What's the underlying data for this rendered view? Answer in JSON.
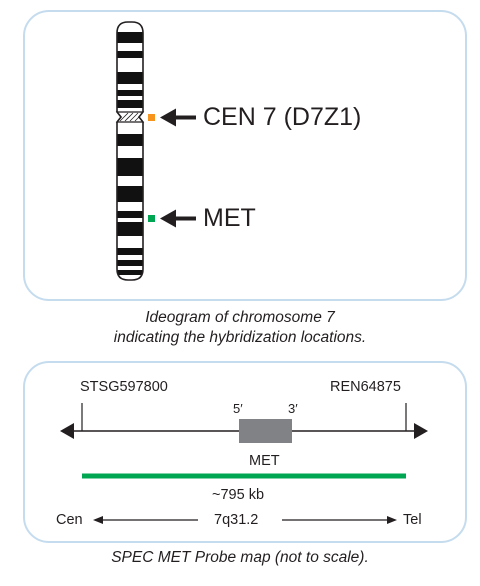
{
  "ideogram": {
    "probes": [
      {
        "label": "CEN 7 (D7Z1)",
        "color": "#f7941d"
      },
      {
        "label": "MET",
        "color": "#00a651"
      }
    ],
    "caption": [
      "Ideogram of chromosome 7",
      "indicating the hybridization locations."
    ]
  },
  "probe_map": {
    "left_marker": "STSG597800",
    "right_marker": "REN64875",
    "gene_label": "MET",
    "five_prime": "5′",
    "three_prime": "3′",
    "probe_color": "#00a651",
    "gene_color": "#808285",
    "probe_size": "~795 kb",
    "cen_label": "Cen",
    "band_label": "7q31.2",
    "tel_label": "Tel",
    "caption": "SPEC MET Probe map (not to scale)."
  }
}
